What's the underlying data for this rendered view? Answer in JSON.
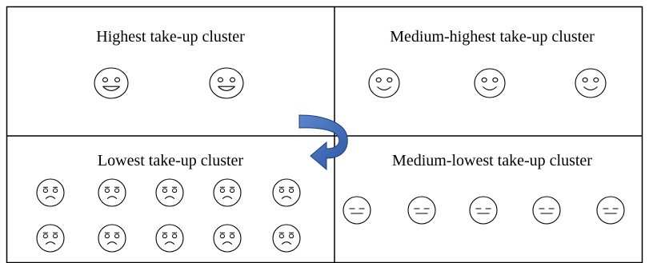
{
  "quadrants": {
    "top_left": {
      "title": "Highest take-up cluster",
      "face": "happy",
      "count": 2
    },
    "top_right": {
      "title": "Medium-highest take-up cluster",
      "face": "smiling",
      "count": 3
    },
    "bottom_left": {
      "title": "Lowest take-up cluster",
      "face": "sad",
      "count": 10
    },
    "bottom_right": {
      "title": "Medium-lowest take-up cluster",
      "face": "neutral",
      "count": 5
    }
  },
  "arrow": {
    "color": "#3F68B0",
    "direction": "top-right to bottom-left"
  },
  "colors": {
    "line": "#000000",
    "background": "#ffffff"
  }
}
